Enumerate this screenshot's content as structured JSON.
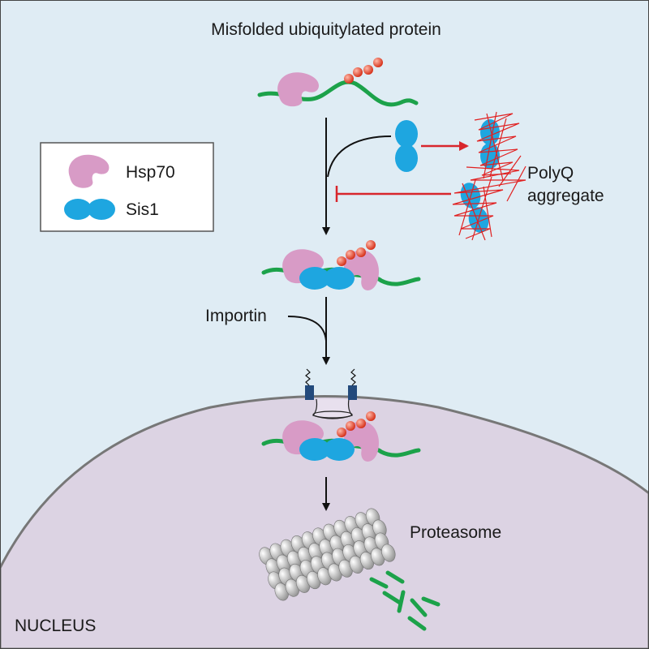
{
  "title": "Misfolded ubiquitylated protein",
  "legend": {
    "items": [
      {
        "label": "Hsp70"
      },
      {
        "label": "Sis1"
      }
    ]
  },
  "labels": {
    "aggregate_line1": "PolyQ",
    "aggregate_line2": "aggregate",
    "importin": "Importin",
    "proteasome": "Proteasome",
    "nucleus": "NUCLEUS"
  },
  "colors": {
    "cytoplasm": "#dfecf4",
    "nucleus": "#dcd3e3",
    "nuclear_envelope": "#777777",
    "hsp70": "#d89bc6",
    "sis1": "#1ea6e0",
    "substrate": "#1ca24a",
    "ubiquitin": "#e5311c",
    "inhibition": "#d8262c",
    "pore": "#234a7c",
    "proteasome": "#bdbdbd"
  }
}
